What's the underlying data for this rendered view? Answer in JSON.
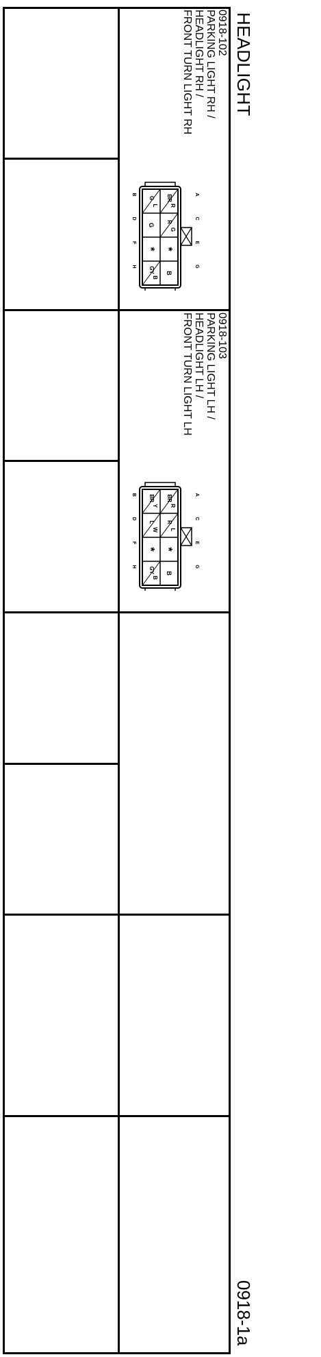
{
  "header": {
    "title": "HEADLIGHT",
    "page_number": "0918-1a"
  },
  "connectors": [
    {
      "code": "0918-102",
      "lines": [
        "PARKING LIGHT RH /",
        "HEADLIGHT RH /",
        "FRONT TURN LIGHT RH"
      ],
      "pin_letters_top": [
        "A",
        "C",
        "E",
        "G"
      ],
      "pin_letters_bottom": [
        "B",
        "D",
        "F",
        "H"
      ],
      "row_top": [
        "BR/R",
        "R/G",
        "*",
        "B"
      ],
      "row_bottom": [
        "G/L",
        "G",
        "*",
        "GY/B"
      ]
    },
    {
      "code": "0918-103",
      "lines": [
        "PARKING LIGHT LH /",
        "HEADLIGHT LH /",
        "FRONT TURN LIGHT LH"
      ],
      "pin_letters_top": [
        "A",
        "C",
        "E",
        "G"
      ],
      "pin_letters_bottom": [
        "B",
        "D",
        "F",
        "H"
      ],
      "row_top": [
        "BR/R",
        "R/L",
        "*",
        "B"
      ],
      "row_bottom": [
        "BR/Y",
        "L/W",
        "*",
        "GY/B"
      ]
    }
  ]
}
